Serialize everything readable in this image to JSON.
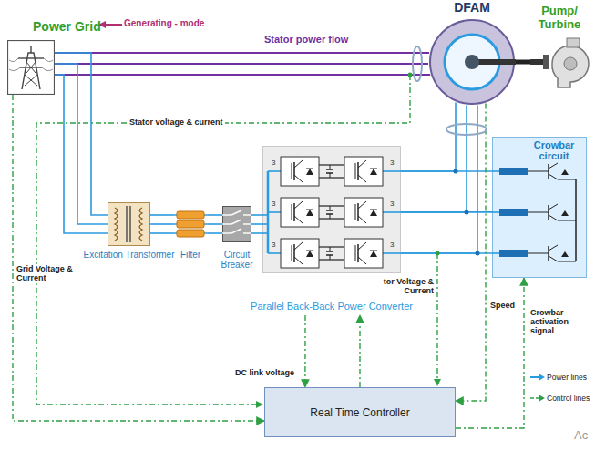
{
  "diagram": {
    "nodes": [
      {
        "text": [
          "Power Grid"
        ]
      },
      {
        "text": [
          "DFAM"
        ]
      },
      {
        "text": [
          "Pump/ Turbine"
        ]
      },
      {
        "text": [
          "Excitation Transformer"
        ]
      },
      {
        "text": [
          "Filter"
        ]
      },
      {
        "text": [
          "Circuit Breaker"
        ]
      },
      {
        "text": [
          "Parallel Back-Back Power Converter"
        ]
      },
      {
        "text": [
          "Crowbar circuit"
        ]
      },
      {
        "text": [
          "Real Time Controller"
        ]
      }
    ],
    "edges": [
      {
        "from": 0,
        "to": 1,
        "arrow": "none",
        "label": "Stator power flow"
      },
      {
        "from": 0,
        "to": 3,
        "arrow": "none"
      },
      {
        "from": 3,
        "to": 4,
        "arrow": "none"
      },
      {
        "from": 4,
        "to": 5,
        "arrow": "none"
      },
      {
        "from": 5,
        "to": 6,
        "arrow": "none"
      },
      {
        "from": 6,
        "to": 1,
        "arrow": "none"
      },
      {
        "from": 6,
        "to": 7,
        "arrow": "none"
      },
      {
        "from": 1,
        "to": 2,
        "arrow": "none"
      },
      {
        "from": 0,
        "to": 8,
        "arrow": "to"
      },
      {
        "from": 1,
        "to": 8,
        "arrow": "to"
      },
      {
        "from": 6,
        "to": 8,
        "arrow": "to",
        "label": "DC link voltage"
      },
      {
        "from": 8,
        "to": 6,
        "arrow": "to"
      },
      {
        "from": 8,
        "to": 7,
        "arrow": "to"
      }
    ],
    "labels": [
      "Generating - mode",
      "Stator voltage & current",
      "3",
      "3",
      "3",
      "3",
      "3",
      "3",
      "Grid Voltage & Current",
      "tor Voltage & Current",
      "Speed",
      "Crowbar activation signal",
      "Ac"
    ],
    "legend": [
      {
        "text": "Power lines"
      },
      {
        "text": "Control lines"
      }
    ]
  }
}
